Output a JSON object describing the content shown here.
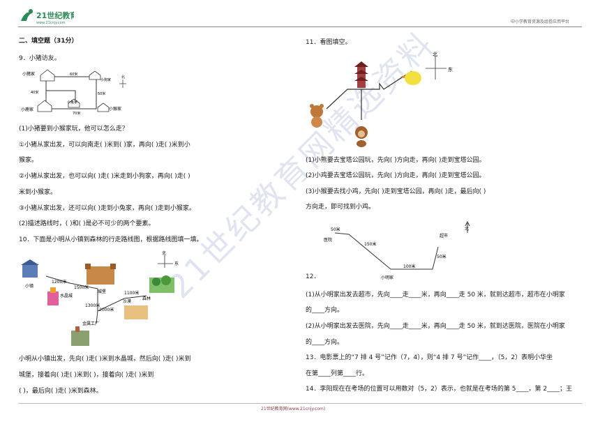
{
  "header": {
    "logo_text": "21世纪教育",
    "logo_sub": "www.21cnjy.com",
    "brand": "中小学教育资源及组卷应用平台"
  },
  "footer": {
    "text": "21世纪教育网(www.21cnjy.com)"
  },
  "watermark": "21世纪教育网精选资料",
  "left": {
    "section_title": "二、填空题（31分）",
    "q9": {
      "title": "9．小猪访友。",
      "map": {
        "pig_home": "小猪家",
        "monkey_home": "小猴家",
        "deer_home": "小鹿家",
        "rabbit_home": "小兔家",
        "dog_home": "小狗家",
        "d60": "60米",
        "d40": "40米",
        "d50": "50米",
        "d70": "70米",
        "north": "北"
      },
      "lines": [
        "(1)小猪要到小猴家玩，他可以怎么走？",
        "①小猪从家出发，可以向南走(            )米到(            )家，再向(            )走(            )米到小",
        "猴家。",
        "②小猪从家出发，也可以向(            )走(            )米走到小狗家，再向(            )走(            )",
        "米到小猴家。",
        "③小猪从家出发，还可以向(            )走到小兔家，再向(            )走到小猴家。",
        "(2)描述路线时，(            )和(            )是必不可少的两个要素。"
      ]
    },
    "q10": {
      "title": "10．下面是小明从小镇到森林的行走路线图，根据路线图填一填。",
      "map": {
        "town": "小镇",
        "d1200": "1200米",
        "d1500": "1500米",
        "crystal": "水晶城",
        "castle": "城堡",
        "d1100": "1100米",
        "desert": "沙漠",
        "forest": "森林",
        "d1300": "1300米",
        "d2000": "2000米",
        "factory": "金属工厂",
        "north": "北",
        "east": "东"
      },
      "lines": [
        "小明从小镇出发，先向(            )走(            )米到水晶城，然后向(            )走(            )米到",
        "城堡，接着向(            )走(            )米到(            )，接着向(            )走(            )米到",
        "(            )，最后向(            )走(            )米到森林。"
      ]
    }
  },
  "right": {
    "q11": {
      "title": "11．看图填空。",
      "north": "北",
      "east": "东",
      "lines": [
        "(1)小熊要去宝塔公园玩，先向(              )方向走，再向(              )走到宝塔公园。",
        "(2)小鸡要去宝塔公园玩，先向(              )方向走，再向(              )走到宝塔公园。",
        "(3)小猴要去找小鸡，先向(              )走到宝塔公园，再向(              )走，最后向(              )",
        "方向走，即可找到小鸡。"
      ]
    },
    "q12": {
      "number": "12．",
      "map": {
        "hospital": "医院",
        "d50a": "50米",
        "d150": "150米",
        "home": "小明家",
        "d100": "100米",
        "d50b": "50米",
        "market": "超市",
        "north": "北"
      },
      "lines": [
        "(1)从小明家出发去超市，先向____走____米，再向____走 50 米，就到达超市，超市在小明家",
        "的____方向。",
        "(2)从小明家出发去医院，先向____走____米，再向____走 50 米，就到达医院，医院在小明家",
        "的____方向。"
      ]
    },
    "q13": "13．电影票上的“7 排 4 号”记作（7，4），则“4 排 7 号”记作____，（5，2）表明小华坐",
    "q13b": "在第____列第____行。",
    "q14": "14．李阳现在在考场的位置可以用数对（5，2）表示，也就是在考场的第 5____，第 2____；王"
  }
}
